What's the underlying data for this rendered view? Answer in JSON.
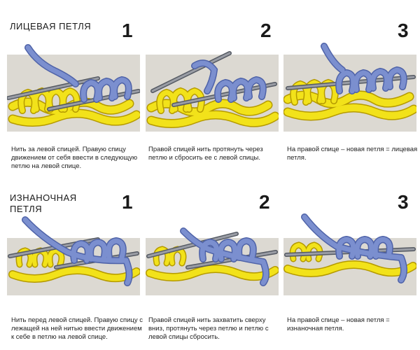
{
  "colors": {
    "yarn_yellow": "#f2e21a",
    "yarn_outline": "#b59a00",
    "yarn_blue": "#7b8fcf",
    "yarn_blue_dark": "#4f63a8",
    "needle": "#7a7d86",
    "shadow": "#d9d6cf"
  },
  "rows": [
    {
      "title": "ЛИЦЕВАЯ ПЕТЛЯ",
      "steps": [
        {
          "num": "1",
          "caption": "Нить за левой спицей. Правую спицу движением от себя ввести в следующую петлю на левой спице."
        },
        {
          "num": "2",
          "caption": "Правой спицей нить протянуть через петлю и сбросить ее с левой спицы."
        },
        {
          "num": "3",
          "caption": "На правой спице – новая петля = лицевая петля."
        }
      ]
    },
    {
      "title": "ИЗНАНОЧНАЯ ПЕТЛЯ",
      "steps": [
        {
          "num": "1",
          "caption": "Нить перед левой спицей. Правую спицу с лежащей на ней нитью ввести движением к себе в петлю на левой спице."
        },
        {
          "num": "2",
          "caption": "Правой спицей нить захватить сверху вниз, протянуть через петлю и петлю с левой спицы сбросить."
        },
        {
          "num": "3",
          "caption": "На правой спице – новая петля = изнаночная петля."
        }
      ]
    }
  ]
}
